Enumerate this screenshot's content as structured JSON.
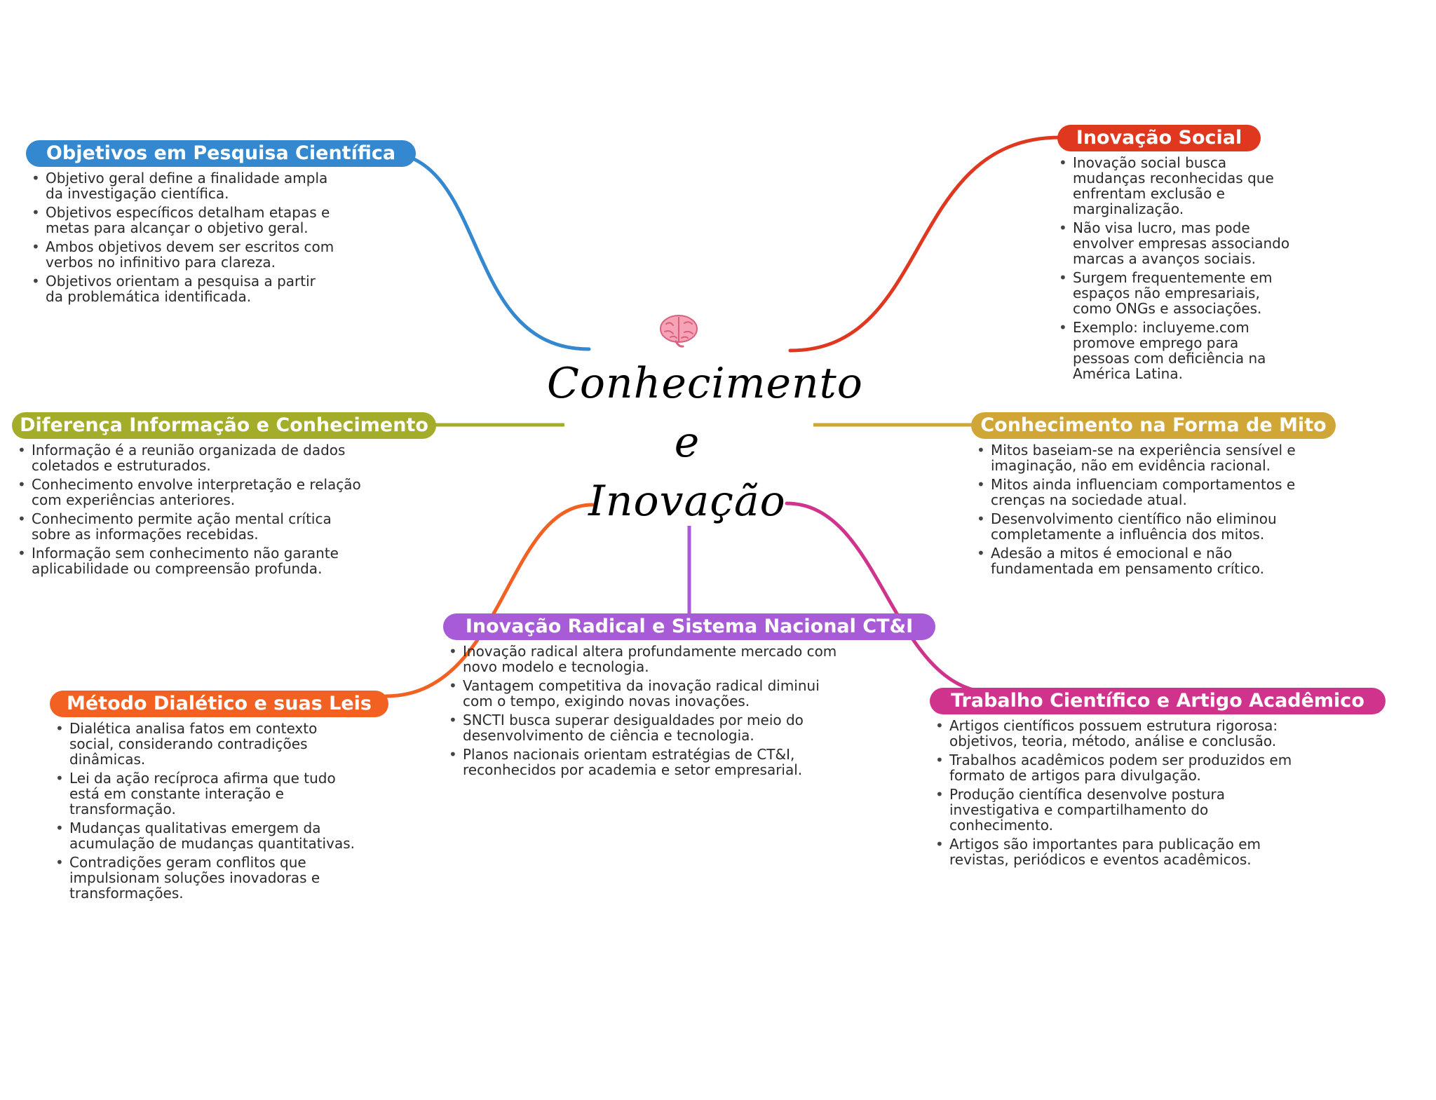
{
  "central": {
    "title_lines": [
      "Conhecimento",
      "e",
      "Inovação"
    ],
    "icon": "brain-icon"
  },
  "colors": {
    "blue": "#3388d0",
    "red": "#e0371f",
    "olive": "#a4ad2a",
    "gold": "#d0a636",
    "orange": "#f26122",
    "purple": "#a75bd7",
    "magenta": "#d0338c"
  },
  "branches": {
    "objetivos": {
      "title": "Objetivos em Pesquisa Científica",
      "items": [
        "Objetivo geral define a finalidade ampla da investigação científica.",
        "Objetivos específicos detalham etapas e metas para alcançar o objetivo geral.",
        "Ambos objetivos devem ser escritos com verbos no infinitivo para clareza.",
        "Objetivos orientam a pesquisa a partir da problemática identificada."
      ]
    },
    "inovacao_social": {
      "title": "Inovação Social",
      "items": [
        "Inovação social busca mudanças reconhecidas que enfrentam exclusão e marginalização.",
        "Não visa lucro, mas pode envolver empresas associando marcas a avanços sociais.",
        "Surgem frequentemente em espaços não empresariais, como ONGs e associações.",
        "Exemplo: incluyeme.com promove emprego para pessoas com deficiência na América Latina."
      ]
    },
    "diferenca": {
      "title": "Diferença Informação e Conhecimento",
      "items": [
        "Informação é a reunião organizada de dados coletados e estruturados.",
        "Conhecimento envolve interpretação e relação com experiências anteriores.",
        "Conhecimento permite ação mental crítica sobre as informações recebidas.",
        "Informação sem conhecimento não garante aplicabilidade ou compreensão profunda."
      ]
    },
    "mito": {
      "title": "Conhecimento na Forma de Mito",
      "items": [
        "Mitos baseiam-se na experiência sensível e imaginação, não em evidência racional.",
        "Mitos ainda influenciam comportamentos e crenças na sociedade atual.",
        "Desenvolvimento científico não eliminou completamente a influência dos mitos.",
        "Adesão a mitos é emocional e não fundamentada em pensamento crítico."
      ]
    },
    "radical": {
      "title": "Inovação Radical e Sistema Nacional CT&I",
      "items": [
        "Inovação radical altera profundamente mercado com novo modelo e tecnologia.",
        "Vantagem competitiva da inovação radical diminui com o tempo, exigindo novas inovações.",
        "SNCTI busca superar desigualdades por meio do desenvolvimento de ciência e tecnologia.",
        "Planos nacionais orientam estratégias de CT&I, reconhecidos por academia e setor empresarial."
      ]
    },
    "dialetico": {
      "title": "Método Dialético e suas Leis",
      "items": [
        "Dialética analisa fatos em contexto social, considerando contradições dinâmicas.",
        "Lei da ação recíproca afirma que tudo está em constante interação e transformação.",
        "Mudanças qualitativas emergem da acumulação de mudanças quantitativas.",
        "Contradições geram conflitos que impulsionam soluções inovadoras e transformações."
      ]
    },
    "trabalho": {
      "title": "Trabalho Científico e Artigo Acadêmico",
      "items": [
        "Artigos científicos possuem estrutura rigorosa: objetivos, teoria, método, análise e conclusão.",
        "Trabalhos acadêmicos podem ser produzidos em formato de artigos para divulgação.",
        "Produção científica desenvolve postura investigativa e compartilhamento do conhecimento.",
        "Artigos são importantes para publicação em revistas, periódicos e eventos acadêmicos."
      ]
    }
  }
}
